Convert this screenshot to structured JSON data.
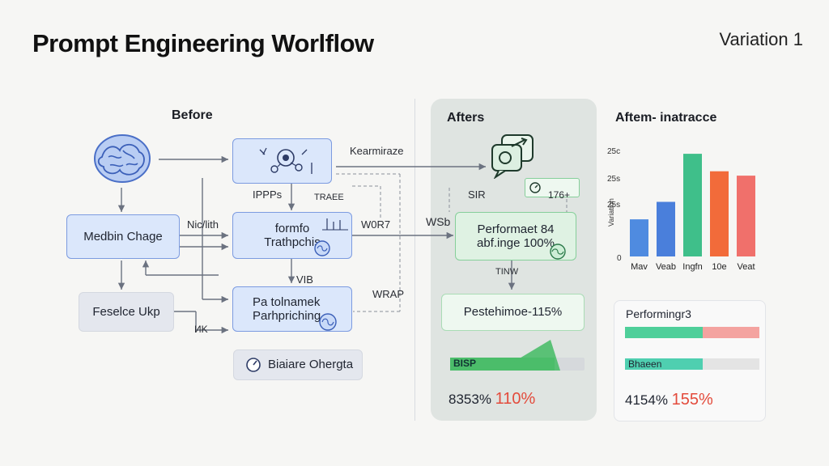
{
  "header": {
    "title": "Prompt Engineering Worlflow",
    "variation": "Variation 1"
  },
  "before": {
    "heading": "Before",
    "nodes": {
      "madebin": "Medbin Chage",
      "feedback": "Feselce Ukp",
      "formfo_line1": "formfo",
      "formfo_line2": "Trathpchis",
      "pa_line1": "Pa  tolnamek",
      "pa_line2": "Parhpriching",
      "biaiare": "Biaiare Ohergta"
    },
    "labels": {
      "kearmiraze": "Kearmiraze",
      "ippps": "IPPPs",
      "traee": "TRAEE",
      "niclith": "Nic/lith",
      "wor7": "W0R7",
      "vib": "VIB",
      "wrap": "WRAP",
      "kik": "ИK"
    }
  },
  "after": {
    "heading": "Afters",
    "labels": {
      "sir": "SIR",
      "val176": "176+",
      "wsb": "WSb",
      "tinw": "TINW"
    },
    "node_perf_line1": "Performaet 84",
    "node_perf_line2": "abf.inge   100%",
    "node_pest": "Pestehimoe-115%",
    "bar_label": "BISP",
    "bar_fill": 0.78,
    "stat_prefix": "8353%",
    "stat_value": "110%"
  },
  "chart_section": {
    "heading": "Aftem- inatracce",
    "chart_data": {
      "type": "bar",
      "categories": [
        "Mav",
        "Veab",
        "Ingfn",
        "10e",
        "Veat"
      ],
      "values": [
        17,
        25,
        47,
        39,
        37
      ],
      "ylim": [
        0,
        50
      ],
      "y_tick_labels": [
        "0",
        "25c",
        "25s",
        "25s"
      ],
      "ylabel": "Variation",
      "colors": [
        "#4f8be0",
        "#4a7fdb",
        "#3fbf8a",
        "#f26b3a",
        "#f0706b"
      ]
    },
    "performing": {
      "title": "Performingr3",
      "bar1_fill": 0.58,
      "bar2_label": "Bhaeen",
      "bar2_fill": 0.58,
      "stat_prefix": "4154%",
      "stat_value": "155%"
    }
  },
  "colors": {
    "blue_node": "#dbe7fb",
    "green_node": "#dff2e3",
    "accent_red": "#e34b3c",
    "bar_green": "#4fcf9a"
  }
}
